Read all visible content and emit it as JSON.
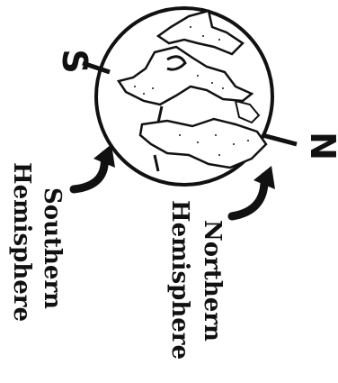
{
  "labels": {
    "south_pole": "S",
    "north_pole": "N",
    "southern_line1": "Southern",
    "southern_line2": "Hemisphere",
    "northern_line1": "Northern",
    "northern_line2": "Hemisphere"
  },
  "colors": {
    "ink": "#111111",
    "background": "#ffffff"
  }
}
